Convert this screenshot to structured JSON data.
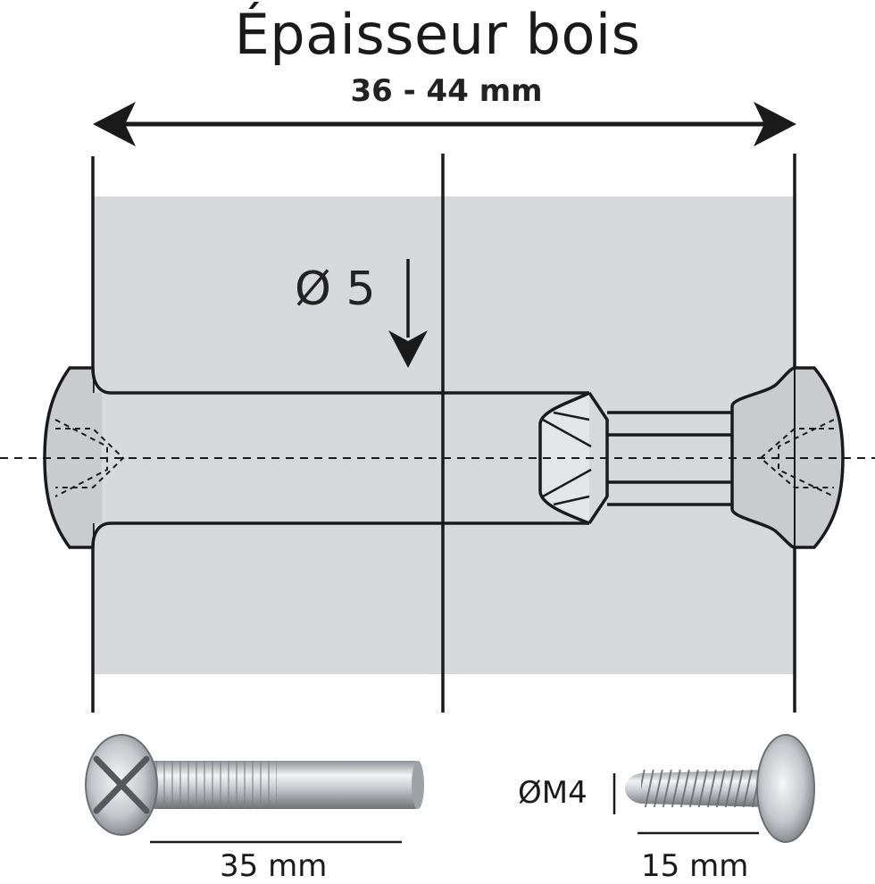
{
  "title": "Épaisseur bois",
  "thickness_range": "36 - 44 mm",
  "bolt_diameter": "Ø 5",
  "sleeve_length": "35 mm",
  "screw_length": "15 mm",
  "screw_thread": "ØM4",
  "colors": {
    "wood": "#d6d8db",
    "line": "#1a1a1a",
    "metal": "#b9bcc0"
  },
  "icons": [
    "double-arrow-icon",
    "down-arrow-icon",
    "sleeve-nut-photo",
    "screw-photo"
  ]
}
